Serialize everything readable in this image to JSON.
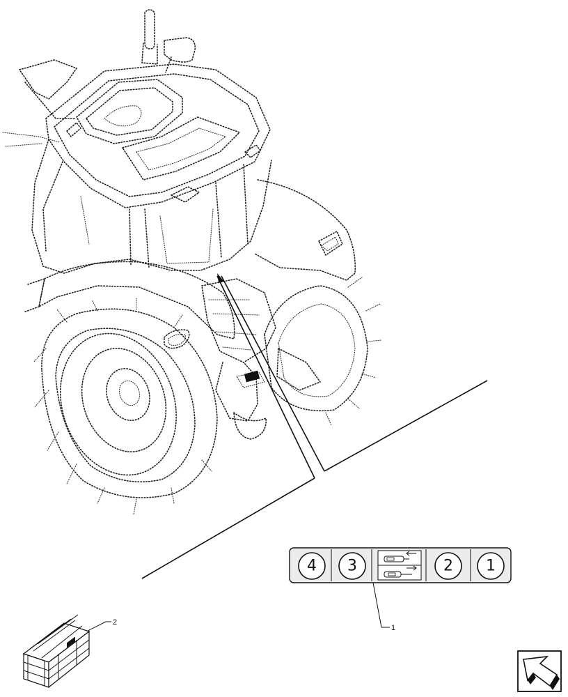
{
  "decal": {
    "buttons": [
      "4",
      "3",
      "2",
      "1"
    ]
  },
  "callouts": {
    "decal_ref": "1",
    "kit_ref": "2"
  },
  "icons": {
    "nav": "next-page-arrow-icon",
    "kit": "crate-icon",
    "cylinder_retract": "cylinder-retract-icon",
    "cylinder_extend": "cylinder-extend-icon"
  }
}
